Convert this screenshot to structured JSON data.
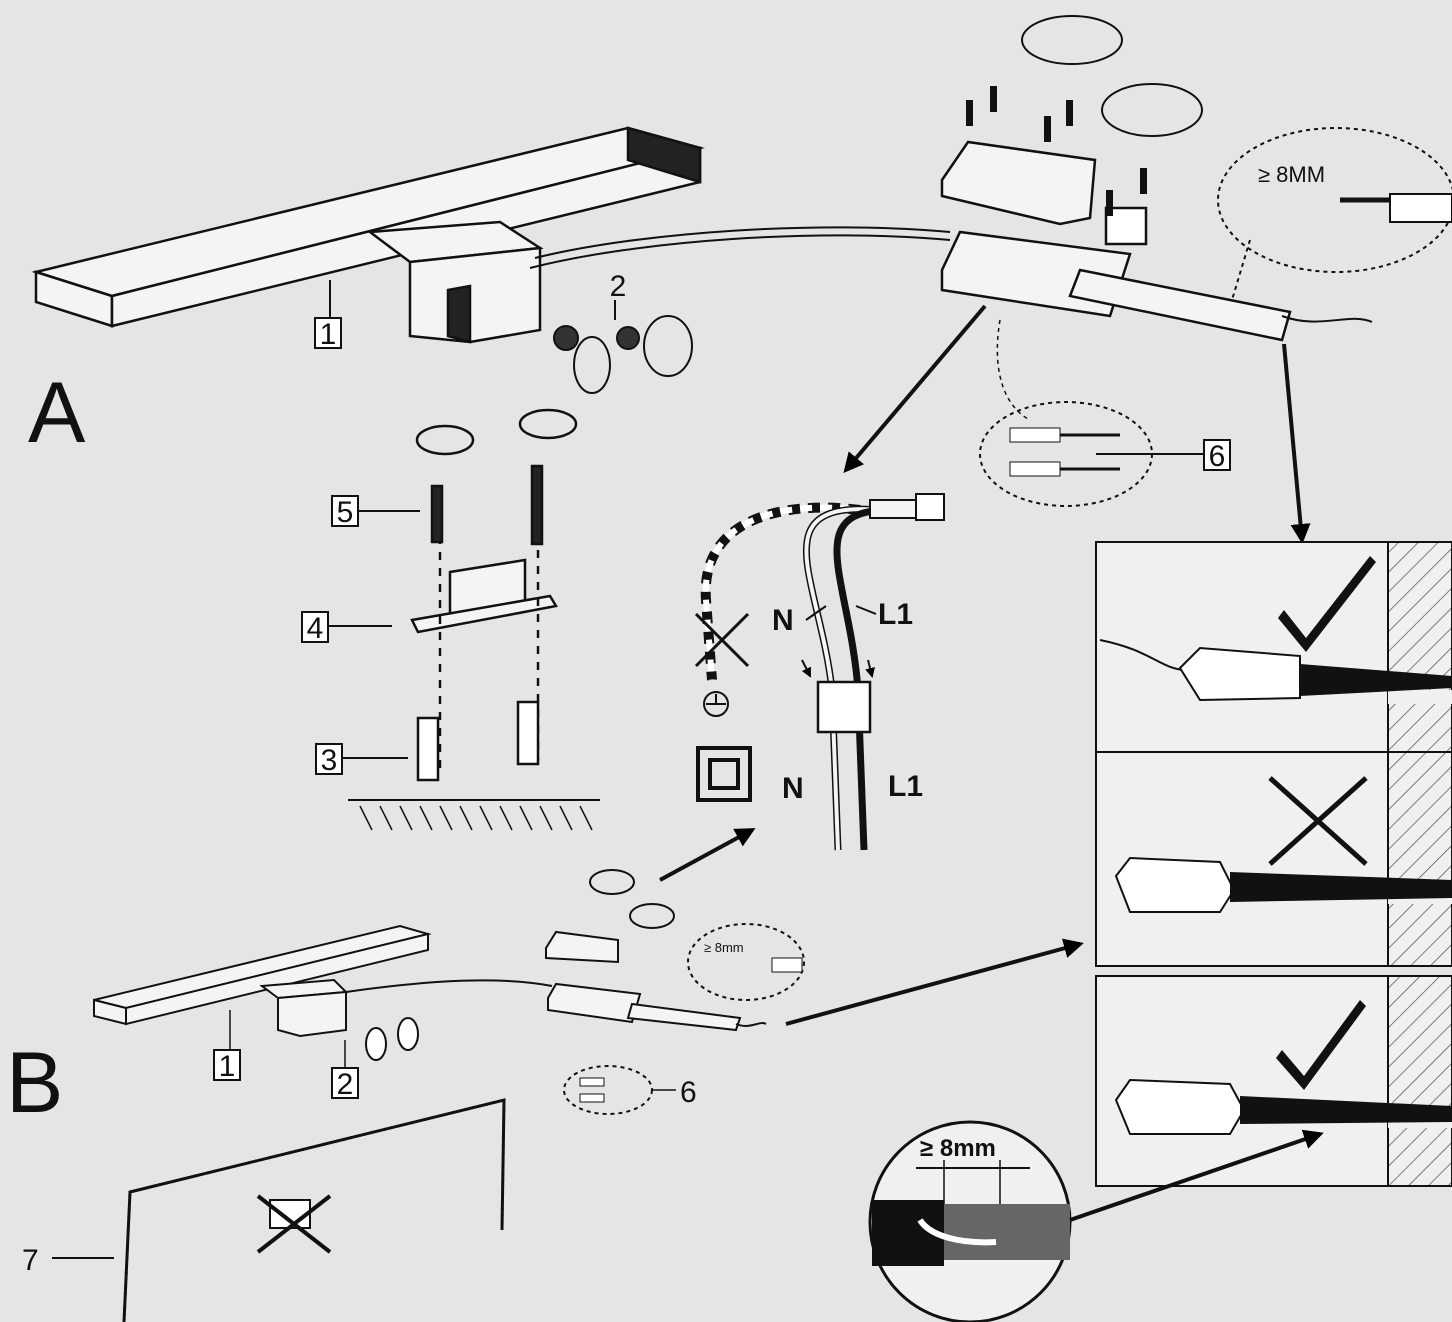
{
  "sections": {
    "a": "A",
    "b": "B"
  },
  "callouts_a": {
    "c1": "1",
    "c2": "2",
    "c3": "3",
    "c4": "4",
    "c5": "5",
    "c6": "6"
  },
  "callouts_b": {
    "c1": "1",
    "c2": "2",
    "c6": "6",
    "c7": "7"
  },
  "wires": {
    "neutral": "N",
    "live": "L1"
  },
  "detail_a_strip": "≥ 8MM",
  "detail_b_strip": "≥ 8mm",
  "detail_zoom": "≥ 8mm",
  "panels": [
    {
      "name": "correct",
      "mark": "check"
    },
    {
      "name": "incorrect",
      "mark": "cross"
    },
    {
      "name": "correct",
      "mark": "check"
    }
  ]
}
